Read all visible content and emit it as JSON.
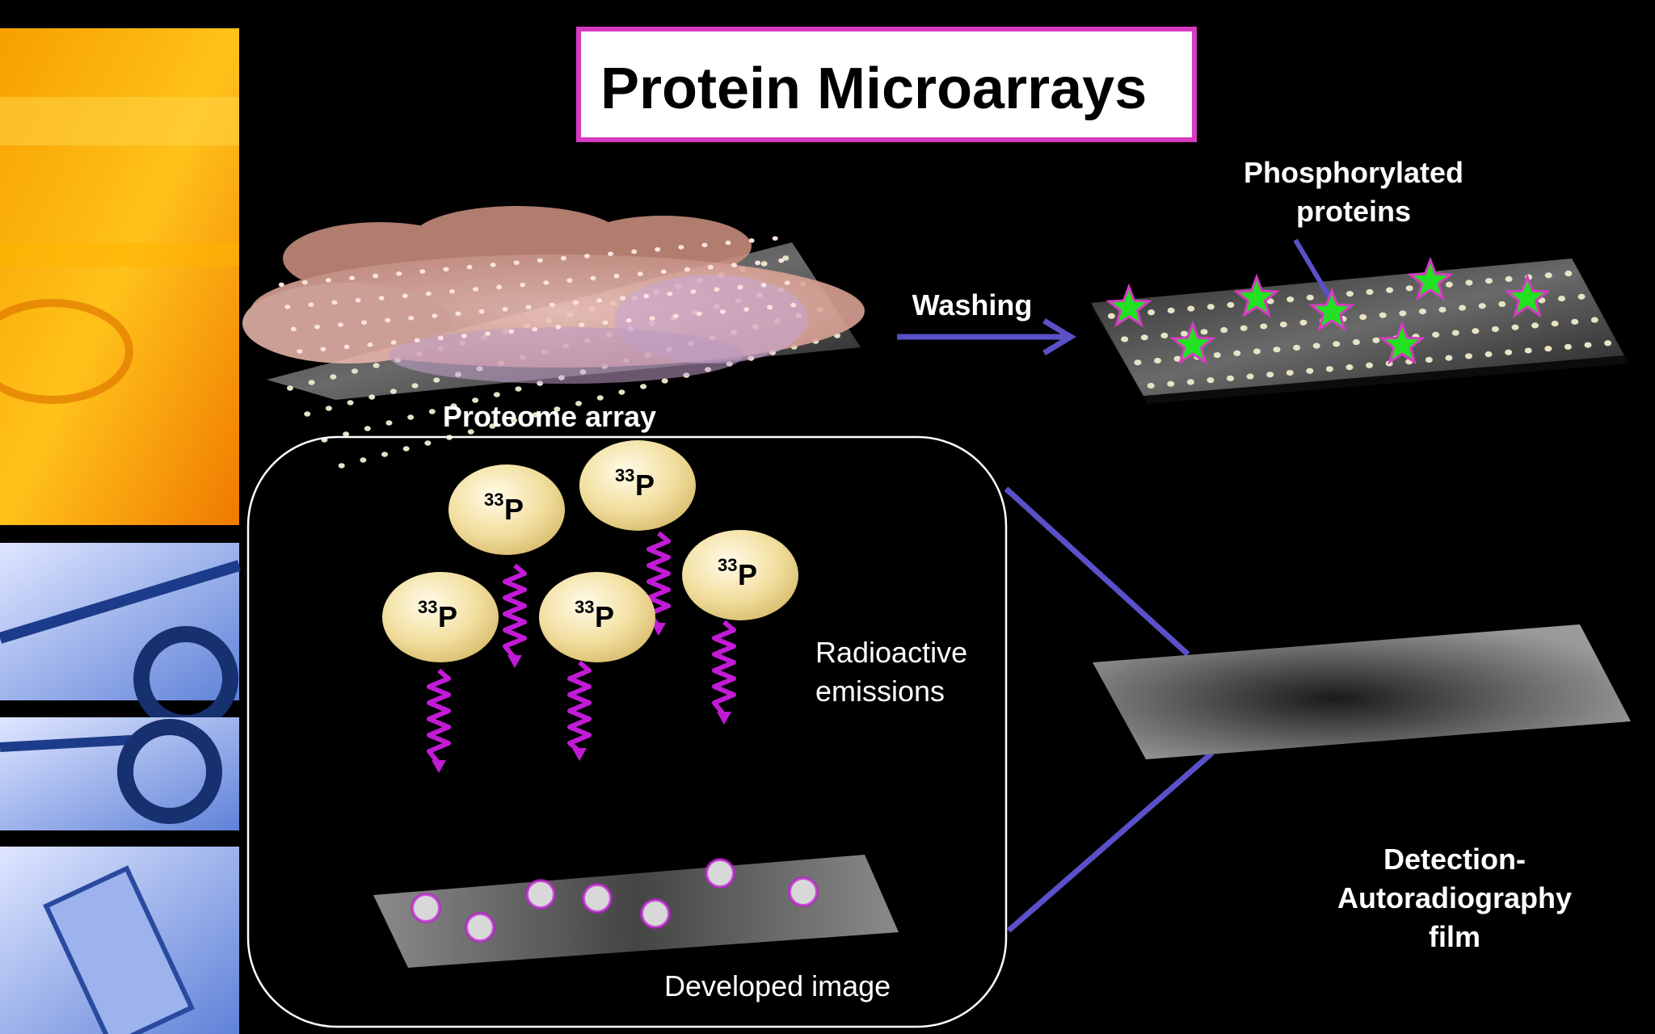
{
  "title": "Protein Microarrays",
  "labels": {
    "proteome_array": "Proteome array",
    "washing": "Washing",
    "phosphorylated_line1": "Phosphorylated",
    "phosphorylated_line2": "proteins",
    "radioactive_line1": "Radioactive",
    "radioactive_line2": "emissions",
    "developed_image": "Developed image",
    "detection_line1": "Detection-",
    "detection_line2": "Autoradiography",
    "detection_line3": "film"
  },
  "isotope": {
    "mass_number": "33",
    "symbol": "P"
  },
  "colors": {
    "title_border": "#d63bc0",
    "arrow": "#5a50c8",
    "star_fill": "#22e022",
    "star_outline": "#d63bc0",
    "emission_wave": "#c21bd6",
    "ball": "#f2dfa0"
  }
}
